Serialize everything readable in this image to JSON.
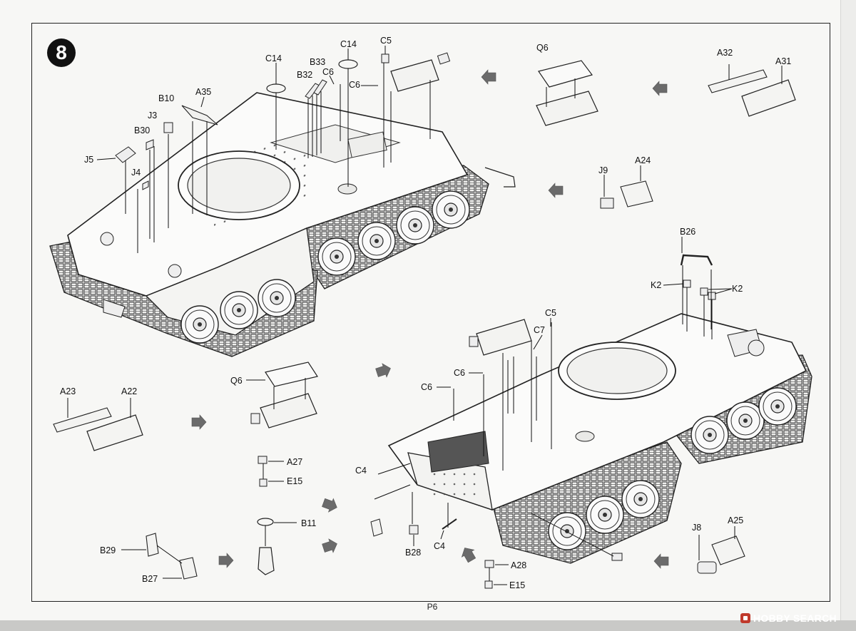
{
  "step": {
    "number": "8"
  },
  "page": {
    "label": "P6"
  },
  "watermark": {
    "text": "HOBBY SEARCH"
  },
  "labels": [
    {
      "id": "c14-a",
      "text": "C14"
    },
    {
      "id": "c14-b",
      "text": "C14"
    },
    {
      "id": "c5-a",
      "text": "C5"
    },
    {
      "id": "b33",
      "text": "B33"
    },
    {
      "id": "b32",
      "text": "B32"
    },
    {
      "id": "c6-a",
      "text": "C6"
    },
    {
      "id": "c6-b",
      "text": "C6"
    },
    {
      "id": "a35",
      "text": "A35"
    },
    {
      "id": "b10",
      "text": "B10"
    },
    {
      "id": "j3",
      "text": "J3"
    },
    {
      "id": "b30",
      "text": "B30"
    },
    {
      "id": "j5",
      "text": "J5"
    },
    {
      "id": "j4",
      "text": "J4"
    },
    {
      "id": "q6-a",
      "text": "Q6"
    },
    {
      "id": "a32",
      "text": "A32"
    },
    {
      "id": "a31",
      "text": "A31"
    },
    {
      "id": "j9",
      "text": "J9"
    },
    {
      "id": "a24",
      "text": "A24"
    },
    {
      "id": "b26",
      "text": "B26"
    },
    {
      "id": "k2-a",
      "text": "K2"
    },
    {
      "id": "k2-b",
      "text": "K2"
    },
    {
      "id": "c5-b",
      "text": "C5"
    },
    {
      "id": "c7",
      "text": "C7"
    },
    {
      "id": "c6-c",
      "text": "C6"
    },
    {
      "id": "c6-d",
      "text": "C6"
    },
    {
      "id": "q6-b",
      "text": "Q6"
    },
    {
      "id": "a23",
      "text": "A23"
    },
    {
      "id": "a22",
      "text": "A22"
    },
    {
      "id": "a27",
      "text": "A27"
    },
    {
      "id": "e15-a",
      "text": "E15"
    },
    {
      "id": "c4-a",
      "text": "C4"
    },
    {
      "id": "b11",
      "text": "B11"
    },
    {
      "id": "b29",
      "text": "B29"
    },
    {
      "id": "b27",
      "text": "B27"
    },
    {
      "id": "b28",
      "text": "B28"
    },
    {
      "id": "c4-b",
      "text": "C4"
    },
    {
      "id": "a28",
      "text": "A28"
    },
    {
      "id": "e15-b",
      "text": "E15"
    },
    {
      "id": "j8",
      "text": "J8"
    },
    {
      "id": "a25",
      "text": "A25"
    }
  ],
  "colors": {
    "ink": "#111111",
    "paper": "#f7f7f5",
    "arrow": "#6b6b6b",
    "watermark_red": "#c0392b"
  },
  "icons": {
    "direction_arrow": "filled-arrow-icon",
    "step_badge": "numbered-circle-icon"
  }
}
